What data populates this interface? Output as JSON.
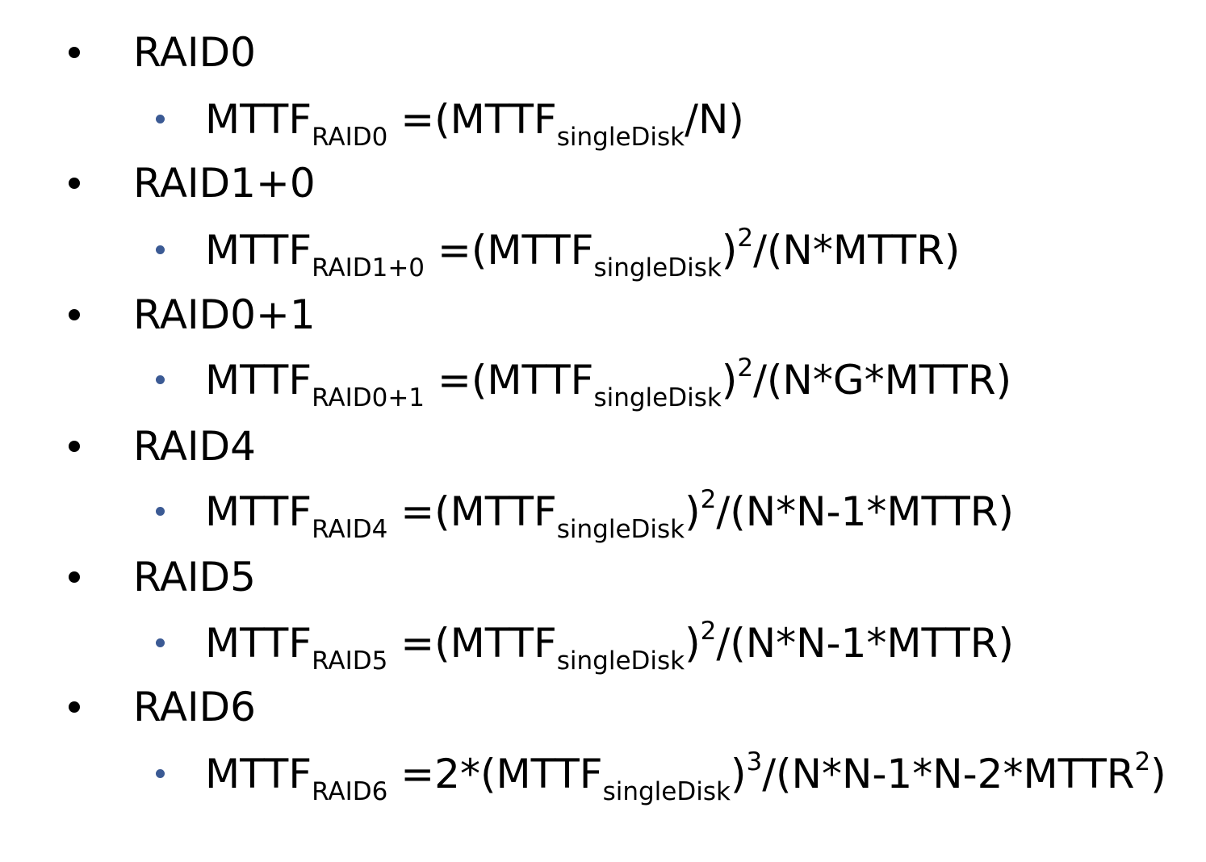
{
  "colors": {
    "text": "#000000",
    "level1_bullet": "#000000",
    "level2_bullet": "#3b5a94"
  },
  "items": [
    {
      "heading": "RAID0",
      "formula": {
        "lhs_main": "MTTF",
        "lhs_sub": "RAID0",
        "eq": " =(MTTF",
        "mid_sub": "singleDisk",
        "tail": "/N)"
      }
    },
    {
      "heading": "RAID1+0",
      "formula": {
        "lhs_main": "MTTF",
        "lhs_sub": "RAID1+0",
        "eq": " =(MTTF",
        "mid_sub": "singleDisk",
        "close": ")",
        "exp": "2",
        "tail": "/(N*MTTR)"
      }
    },
    {
      "heading": "RAID0+1",
      "formula": {
        "lhs_main": "MTTF",
        "lhs_sub": "RAID0+1",
        "eq": " =(MTTF",
        "mid_sub": "singleDisk",
        "close": ")",
        "exp": "2",
        "tail": "/(N*G*MTTR)"
      }
    },
    {
      "heading": "RAID4",
      "formula": {
        "lhs_main": "MTTF",
        "lhs_sub": "RAID4",
        "eq": " =(MTTF",
        "mid_sub": "singleDisk",
        "close": ")",
        "exp": "2",
        "tail": "/(N*N-1*MTTR)"
      }
    },
    {
      "heading": "RAID5",
      "formula": {
        "lhs_main": "MTTF",
        "lhs_sub": "RAID5",
        "eq": " =(MTTF",
        "mid_sub": "singleDisk",
        "close": ")",
        "exp": "2",
        "tail": "/(N*N-1*MTTR)"
      }
    },
    {
      "heading": "RAID6",
      "formula": {
        "lhs_main": "MTTF",
        "lhs_sub": "RAID6",
        "eq": " =2*(MTTF",
        "mid_sub": "singleDisk",
        "close": ")",
        "exp": "3",
        "tail": "/(N*N-1*N-2*MTTR",
        "tail_exp": "2",
        "tail_close": ")"
      }
    }
  ]
}
